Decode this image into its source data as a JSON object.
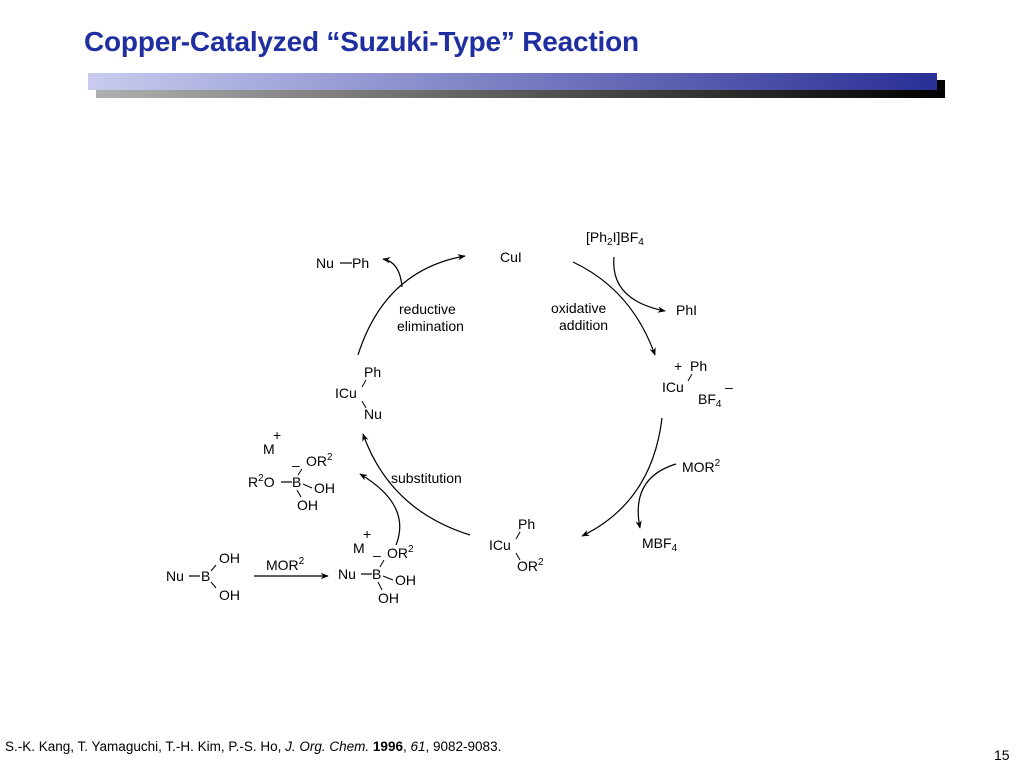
{
  "slide": {
    "title": "Copper-Catalyzed “Suzuki-Type” Reaction",
    "page_number": "15",
    "colors": {
      "title": "#1f2fa0",
      "bar_start": "#c8cbee",
      "bar_end": "#2a2f95",
      "bar_shadow": "#6e6e6e"
    }
  },
  "scheme": {
    "catalyst": "CuI",
    "reagent_top": {
      "a": "[Ph",
      "sub1": "2",
      "b": "I]BF",
      "sub2": "4"
    },
    "byproduct_phi": "PhI",
    "oxidative_addition": [
      "oxidative",
      "addition"
    ],
    "reductive_elimination": [
      "reductive",
      "elimination"
    ],
    "substitution": "substitution",
    "product": {
      "left": "Nu",
      "right": "Ph"
    },
    "cu3_cation": {
      "plus": "+",
      "ph": "Ph",
      "icu": "ICu",
      "bf": "BF",
      "bf_sub": "4",
      "minus": "–"
    },
    "reagent_mor_right": {
      "text": "MOR",
      "sup": "2"
    },
    "byproduct_mbf4": {
      "text": "MBF",
      "sub": "4"
    },
    "cu_alkoxide": {
      "ph": "Ph",
      "icu": "ICu",
      "or": "OR",
      "or_sup": "2"
    },
    "cu_nu": {
      "ph": "Ph",
      "icu": "ICu",
      "nu": "Nu"
    },
    "borate_byproduct": {
      "m": "M",
      "plus": "+",
      "minus": "–",
      "or": "OR",
      "or_sup": "2",
      "r2o_r": "R",
      "r2o_sup": "2",
      "r2o_o": "O",
      "b": "B",
      "oh1": "OH",
      "oh2": "OH"
    },
    "borate_nu": {
      "m": "M",
      "plus": "+",
      "minus": "–",
      "or": "OR",
      "or_sup": "2",
      "nu": "Nu",
      "b": "B",
      "oh1": "OH",
      "oh2": "OH"
    },
    "boronic_acid": {
      "nu": "Nu",
      "b": "B",
      "oh1": "OH",
      "oh2": "OH"
    },
    "activation_reagent": {
      "text": "MOR",
      "sup": "2"
    }
  },
  "citation": {
    "authors": "S.-K. Kang, T. Yamaguchi, T.-H. Kim, P.-S. Ho, ",
    "journal": "J. Org. Chem.",
    "year": "1996",
    "sep": ", ",
    "volume": "61",
    "pages": ", 9082-9083."
  }
}
